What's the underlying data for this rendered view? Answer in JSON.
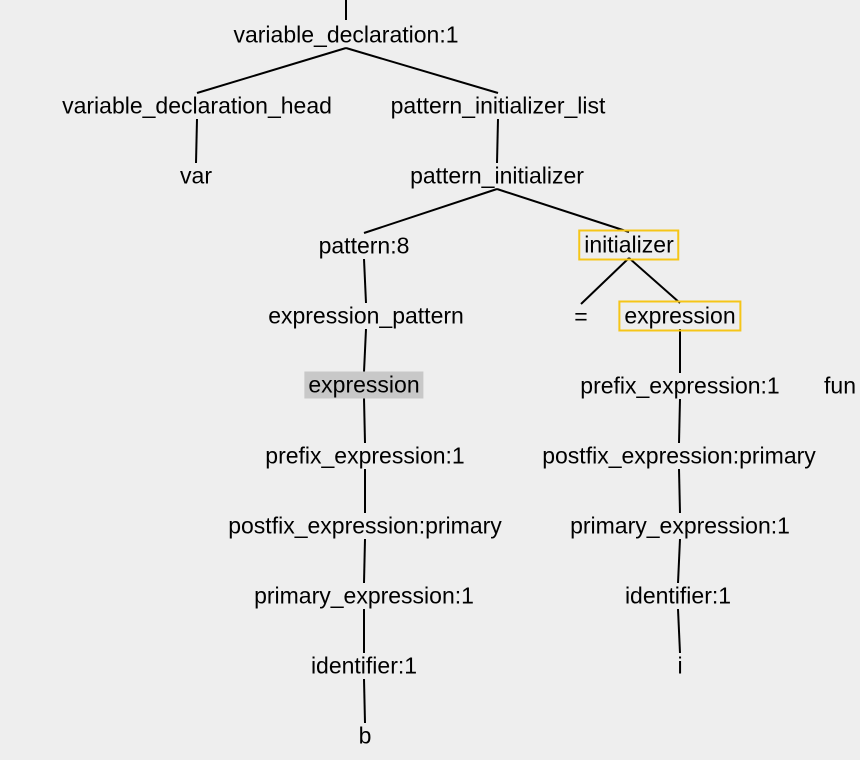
{
  "colors": {
    "background": "#eeeeee",
    "line": "#000000",
    "text": "#000000",
    "highlight_border": "#f5c518",
    "selection_fill": "#c8c8c8"
  },
  "tree": {
    "nodes": [
      {
        "id": "n0",
        "label": "variable_declaration:1"
      },
      {
        "id": "n1",
        "label": "variable_declaration_head"
      },
      {
        "id": "n2",
        "label": "pattern_initializer_list"
      },
      {
        "id": "n3",
        "label": "var"
      },
      {
        "id": "n4",
        "label": "pattern_initializer"
      },
      {
        "id": "n5",
        "label": "pattern:8"
      },
      {
        "id": "n6",
        "label": "initializer",
        "highlight": "box"
      },
      {
        "id": "n7",
        "label": "expression_pattern"
      },
      {
        "id": "n8",
        "label": "="
      },
      {
        "id": "n9",
        "label": "expression",
        "highlight": "box"
      },
      {
        "id": "n10",
        "label": "expression",
        "highlight": "selected"
      },
      {
        "id": "n11",
        "label": "prefix_expression:1"
      },
      {
        "id": "n12",
        "label": "fun"
      },
      {
        "id": "n13",
        "label": "prefix_expression:1"
      },
      {
        "id": "n14",
        "label": "postfix_expression:primary"
      },
      {
        "id": "n15",
        "label": "postfix_expression:primary"
      },
      {
        "id": "n16",
        "label": "primary_expression:1"
      },
      {
        "id": "n17",
        "label": "primary_expression:1"
      },
      {
        "id": "n18",
        "label": "identifier:1"
      },
      {
        "id": "n19",
        "label": "identifier:1"
      },
      {
        "id": "n20",
        "label": "i"
      },
      {
        "id": "n21",
        "label": "b"
      }
    ],
    "edges": [
      [
        "n0",
        "n1"
      ],
      [
        "n0",
        "n2"
      ],
      [
        "n1",
        "n3"
      ],
      [
        "n2",
        "n4"
      ],
      [
        "n4",
        "n5"
      ],
      [
        "n4",
        "n6"
      ],
      [
        "n5",
        "n7"
      ],
      [
        "n6",
        "n8"
      ],
      [
        "n6",
        "n9"
      ],
      [
        "n7",
        "n10"
      ],
      [
        "n9",
        "n11"
      ],
      [
        "n10",
        "n13"
      ],
      [
        "n11",
        "n14"
      ],
      [
        "n13",
        "n15"
      ],
      [
        "n14",
        "n16"
      ],
      [
        "n15",
        "n17"
      ],
      [
        "n16",
        "n18"
      ],
      [
        "n17",
        "n19"
      ],
      [
        "n18",
        "n20"
      ],
      [
        "n19",
        "n21"
      ]
    ]
  }
}
